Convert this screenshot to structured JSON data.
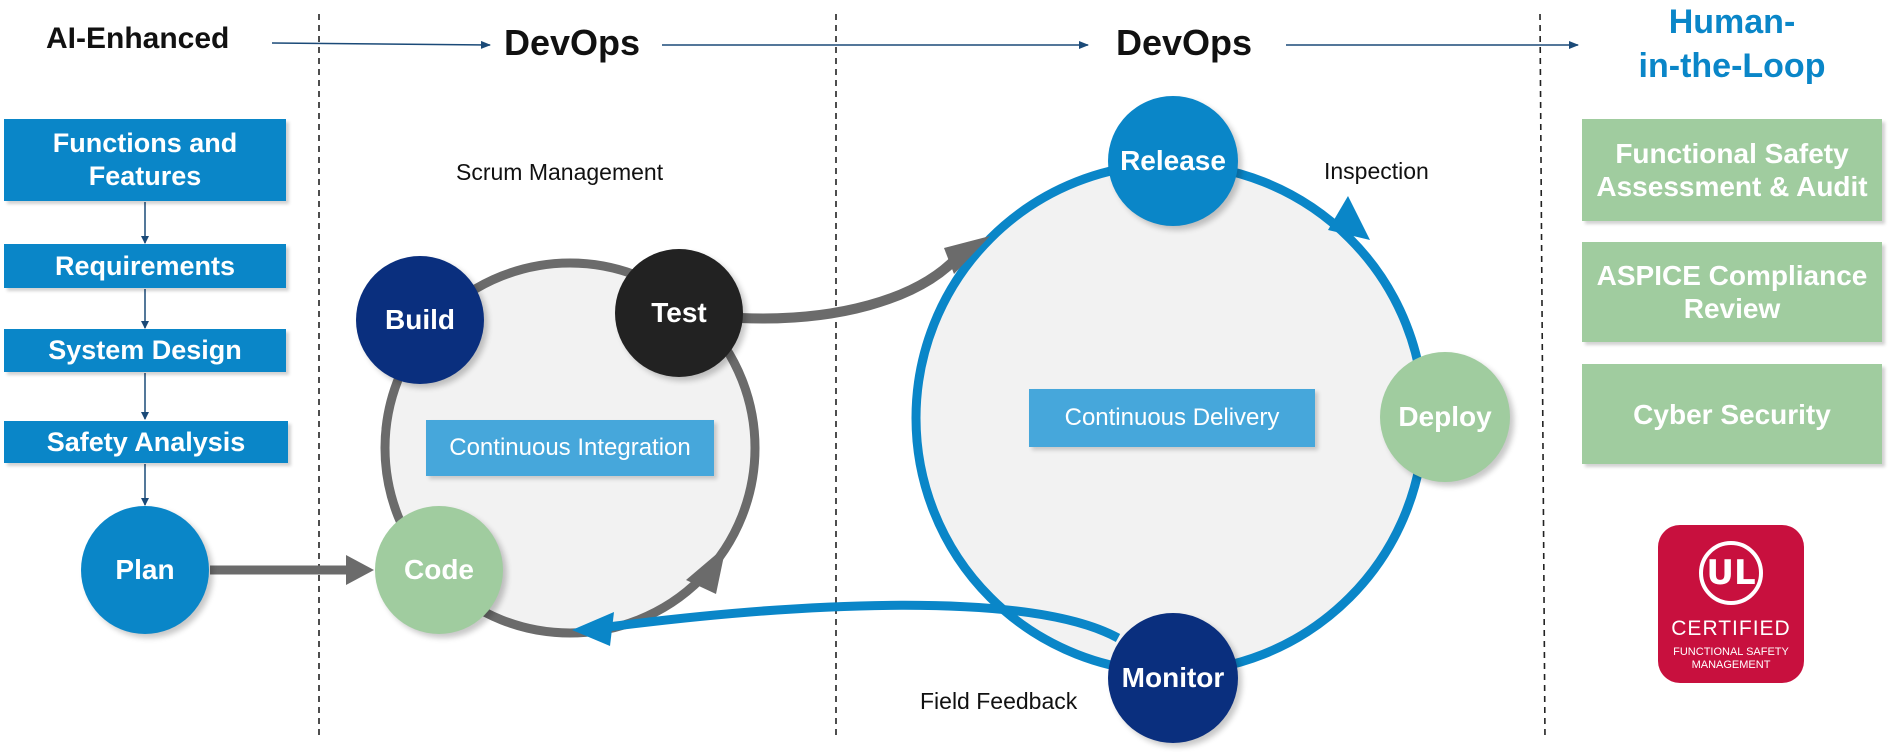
{
  "stages": {
    "stage1": "AI-Enhanced",
    "stage2": "DevOps",
    "stage3": "DevOps",
    "stage4_line1": "Human-",
    "stage4_line2": "in-the-Loop"
  },
  "process_steps": [
    "Functions and Features",
    "Requirements",
    "System Design",
    "Safety Analysis"
  ],
  "plan_node": "Plan",
  "ci_cycle": {
    "header": "Scrum Management",
    "label": "Continuous Integration",
    "nodes": {
      "build": "Build",
      "test": "Test",
      "code": "Code"
    }
  },
  "cd_cycle": {
    "label": "Continuous Delivery",
    "nodes": {
      "release": "Release",
      "deploy": "Deploy",
      "monitor": "Monitor"
    },
    "notes": {
      "inspection": "Inspection",
      "field_feedback": "Field Feedback"
    }
  },
  "review_items": [
    "Functional Safety Assessment & Audit",
    "ASPICE Compliance Review",
    "Cyber Security"
  ],
  "badge": {
    "mark": "UL",
    "title": "CERTIFIED",
    "subtitle": "FUNCTIONAL SAFETY MANAGEMENT"
  },
  "colors": {
    "blue": "#0a86c8",
    "navy": "#0a2f7e",
    "green": "#a0cc9f",
    "gray": "#6b6b6b",
    "red": "#c8103e",
    "black": "#222222"
  }
}
